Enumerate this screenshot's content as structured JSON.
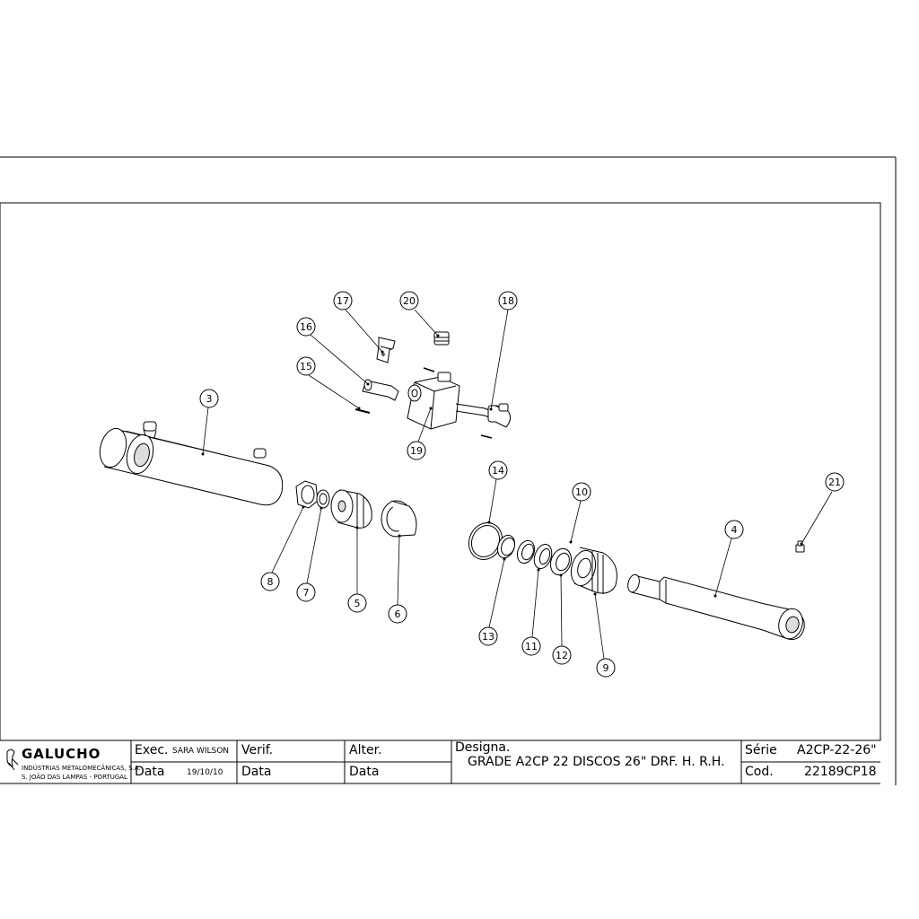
{
  "company": {
    "name": "GALUCHO",
    "line1": "INDÚSTRIAS METALOMECÂNICAS, S.A.",
    "line2": "S. JOÃO DAS LAMPAS - PORTUGAL"
  },
  "title_block": {
    "exec_label": "Exec.",
    "exec_value": "SARA WILSON",
    "verif_label": "Verif.",
    "alter_label": "Alter.",
    "data_label": "Data",
    "data_value": "19/10/10",
    "designa_label": "Designa.",
    "designa_value": "GRADE A2CP 22 DISCOS 26\" DRF. H. R.H.",
    "serie_label": "Série",
    "serie_value": "A2CP-22-26\"",
    "cod_label": "Cod.",
    "cod_value": "22189CP18"
  },
  "callouts": [
    {
      "label": "3"
    },
    {
      "label": "4"
    },
    {
      "label": "5"
    },
    {
      "label": "6"
    },
    {
      "label": "7"
    },
    {
      "label": "8"
    },
    {
      "label": "9"
    },
    {
      "label": "10"
    },
    {
      "label": "11"
    },
    {
      "label": "12"
    },
    {
      "label": "13"
    },
    {
      "label": "14"
    },
    {
      "label": "15"
    },
    {
      "label": "16"
    },
    {
      "label": "17"
    },
    {
      "label": "18"
    },
    {
      "label": "19"
    },
    {
      "label": "20"
    },
    {
      "label": "21"
    }
  ]
}
